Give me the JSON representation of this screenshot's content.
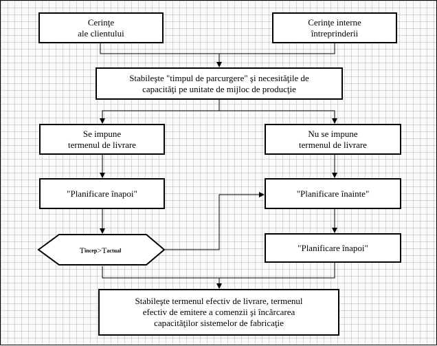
{
  "diagram": {
    "client_requirements": [
      "Cerinţe",
      "ale clientului"
    ],
    "internal_requirements": [
      "Cerinţe interne",
      "întreprinderii"
    ],
    "establish_time": [
      "Stabileşte \"timpul de parcurgere\" şi necesităţile de",
      "capacităţi pe unitate de mijloc de producţie"
    ],
    "deadline_imposed": [
      "Se impune",
      "termenul de livrare"
    ],
    "deadline_not_imposed": [
      "Nu se impune",
      "termenul de livrare"
    ],
    "backward_left": "\"Planificare înapoi\"",
    "forward": "\"Planificare înainte\"",
    "backward_right": "\"Planificare înapoi\"",
    "decision": {
      "t1": "T",
      "sub1": "încep",
      "op": ">",
      "t2": "T",
      "sub2": "actual"
    },
    "final": [
      "Stabileşte termenul efectiv de livrare, termenul",
      "efectiv de emitere a comenzii şi încărcarea",
      "capacităţilor sistemelor de fabricaţie"
    ]
  }
}
